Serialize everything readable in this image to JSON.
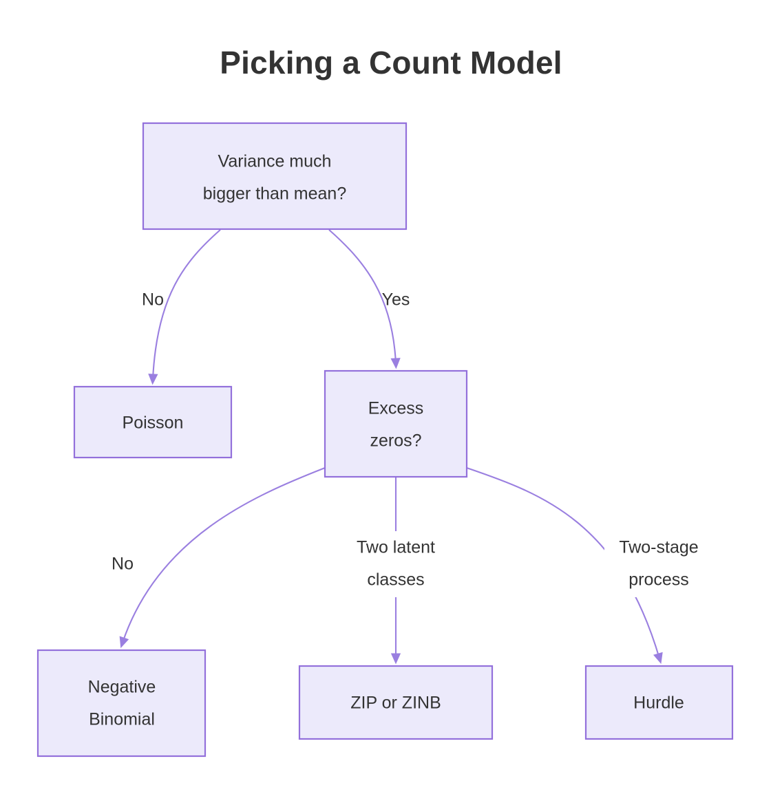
{
  "title": "Picking a Count Model",
  "colors": {
    "node_fill": "#ECEAFB",
    "node_stroke": "#9370DB",
    "edge_stroke": "#9A7FE0",
    "text": "#333333",
    "background": "#FFFFFF"
  },
  "diagram": {
    "type": "flowchart",
    "direction": "top-down",
    "nodes": [
      {
        "id": "variance",
        "kind": "decision",
        "line1": "Variance much",
        "line2": "bigger than mean?"
      },
      {
        "id": "poisson",
        "kind": "outcome",
        "line1": "Poisson",
        "line2": ""
      },
      {
        "id": "excess_zeros",
        "kind": "decision",
        "line1": "Excess",
        "line2": "zeros?"
      },
      {
        "id": "negative_binomial",
        "kind": "outcome",
        "line1": "Negative",
        "line2": "Binomial"
      },
      {
        "id": "zip_zinb",
        "kind": "outcome",
        "line1": "ZIP or ZINB",
        "line2": ""
      },
      {
        "id": "hurdle",
        "kind": "outcome",
        "line1": "Hurdle",
        "line2": ""
      }
    ],
    "edges": [
      {
        "id": "e1",
        "from": "variance",
        "to": "poisson",
        "line1": "No",
        "line2": ""
      },
      {
        "id": "e2",
        "from": "variance",
        "to": "excess_zeros",
        "line1": "Yes",
        "line2": ""
      },
      {
        "id": "e3",
        "from": "excess_zeros",
        "to": "negative_binomial",
        "line1": "No",
        "line2": ""
      },
      {
        "id": "e4",
        "from": "excess_zeros",
        "to": "zip_zinb",
        "line1": "Two latent",
        "line2": "classes"
      },
      {
        "id": "e5",
        "from": "excess_zeros",
        "to": "hurdle",
        "line1": "Two-stage",
        "line2": "process"
      }
    ]
  }
}
